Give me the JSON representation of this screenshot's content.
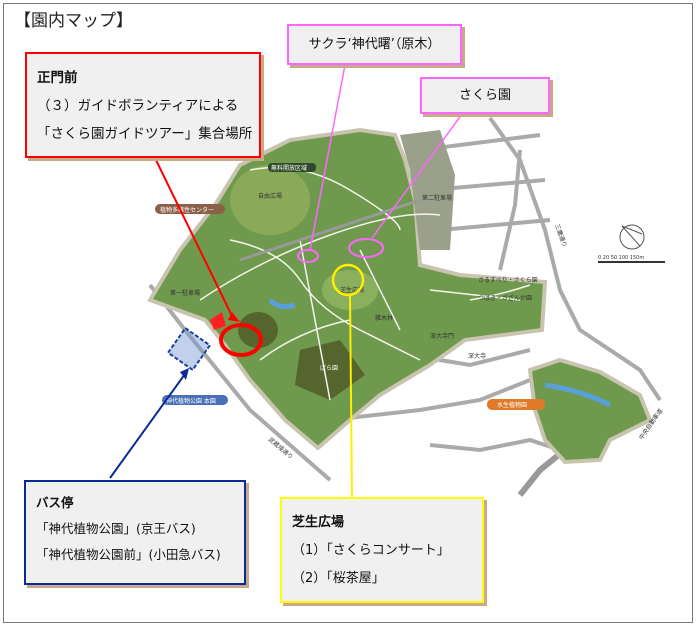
{
  "title": "【園内マップ】",
  "callouts": {
    "main_gate": {
      "heading": "正門前",
      "line1": "（３）ガイドボランティアによる",
      "line2": "「さくら園ガイドツアー」集合場所",
      "color": "#ff0000"
    },
    "jindai_akebono": {
      "label": "サクラ‘神代曙’（原木）",
      "color": "#ff66ff"
    },
    "sakura_en": {
      "label": "さくら園",
      "color": "#ff66ff"
    },
    "bus_stop": {
      "heading": "バス停",
      "line1": "「神代植物公園」(京王バス)",
      "line2": "「神代植物公園前」(小田急バス)",
      "color": "#0a2a9a"
    },
    "shibafu": {
      "heading": "芝生広場",
      "line1": "（1）「さくらコンサート」",
      "line2": "（2）「桜茶屋」",
      "color": "#ffff00"
    }
  },
  "map_labels": {
    "free_area": "無料開放区域",
    "free_plaza": "自由広場",
    "diversity_center": "植物多様性センター",
    "main_park": "神代植物公園 本園",
    "aquatic_garden": "水生植物園",
    "shibafu": "芝生広場",
    "parking1": "第一駐車場",
    "parking2": "第二駐車場",
    "jindaiji": "深大寺",
    "jindaiji_gate": "深大寺門",
    "mitaka_st": "三鷹通り",
    "chuo_expwy": "中央自動車道",
    "musashisakai_st": "武蔵境通り",
    "rose_garden": "ばら園",
    "tsubaki": "つばき・さざんか園",
    "sarusuberi": "さるすべり・さくら園",
    "zoki": "雑木林",
    "scale": "0  20  50   100    150m"
  },
  "colors": {
    "park_green": "#6f9a4e",
    "dark_green": "#4f6f35",
    "road": "#aaaaaa"
  }
}
